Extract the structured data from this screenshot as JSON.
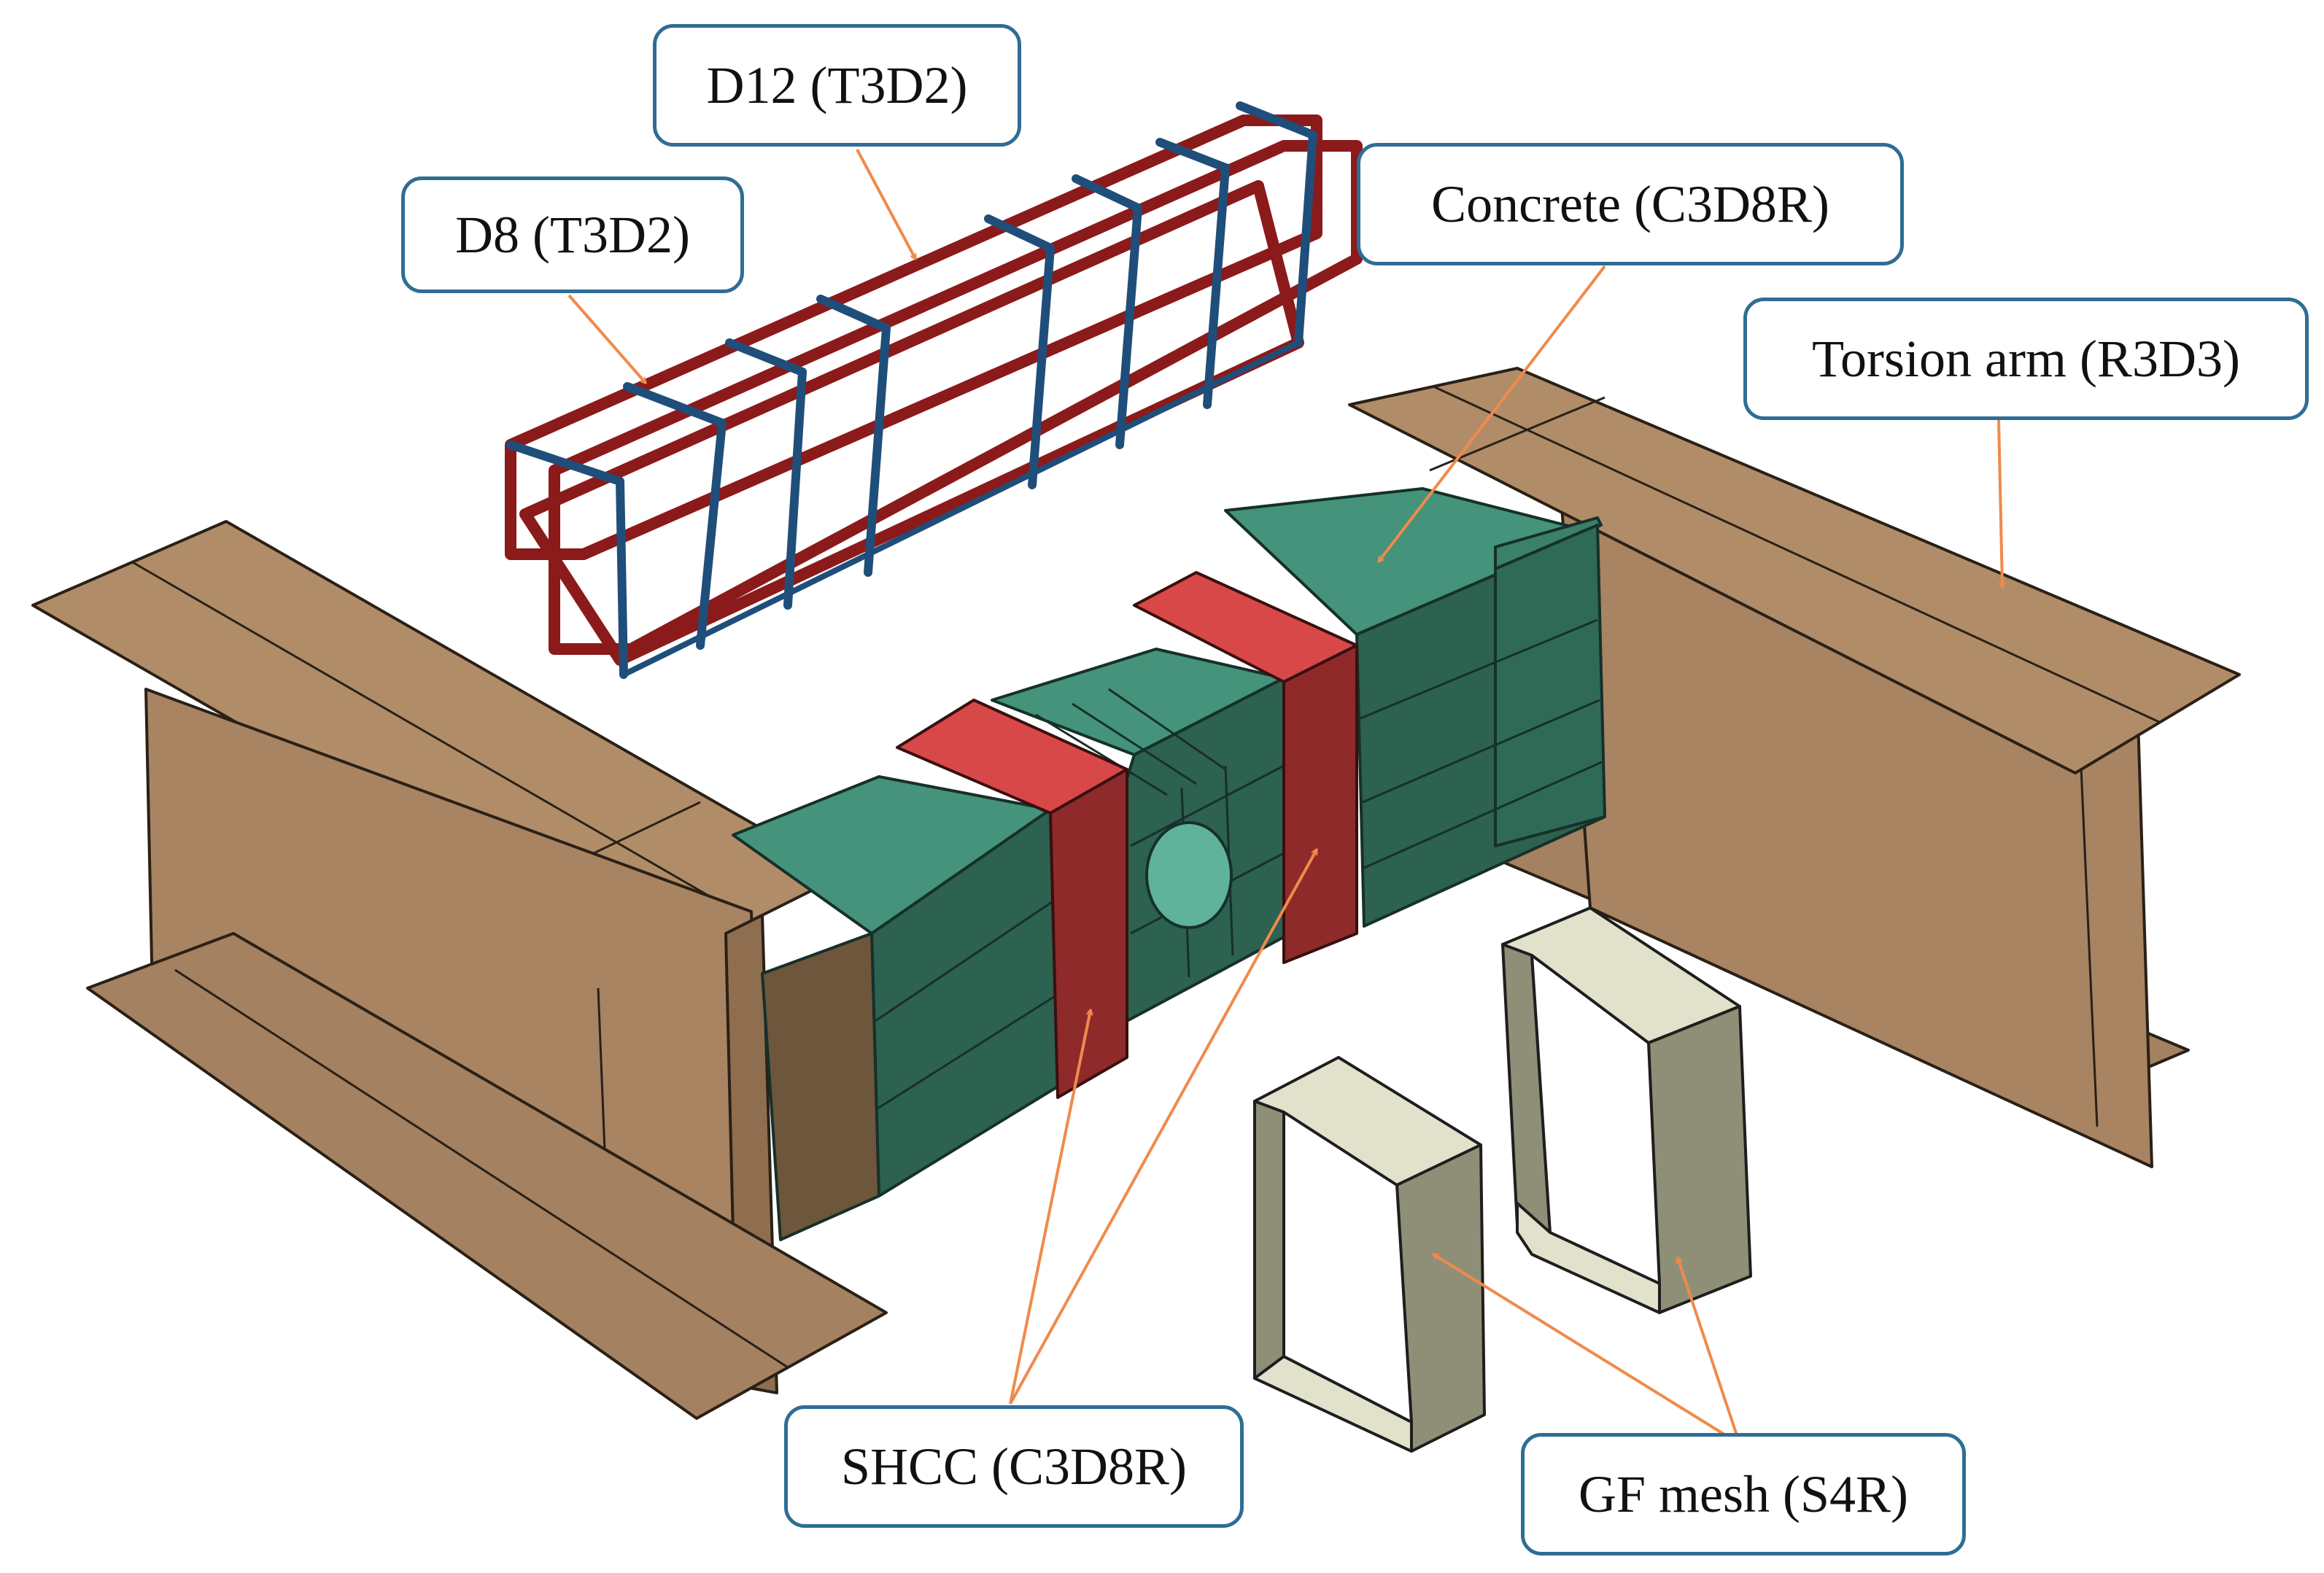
{
  "labels": {
    "d12": "D12 (T3D2)",
    "d8": "D8 (T3D2)",
    "concrete": "Concrete (C3D8R)",
    "torsion_arm": "Torsion arm (R3D3)",
    "shcc": "SHCC (C3D8R)",
    "gf_mesh": "GF mesh (S4R)"
  },
  "colors": {
    "d12_rebar": "#8b1a1a",
    "d8_rebar": "#1f4e7a",
    "concrete": "#3e8a72",
    "shcc": "#d94848",
    "torsion_arm": "#a8825e",
    "gf_mesh": "#e2e2cc",
    "leader": "#f08a4b",
    "callout_border": "#2f6d94"
  }
}
